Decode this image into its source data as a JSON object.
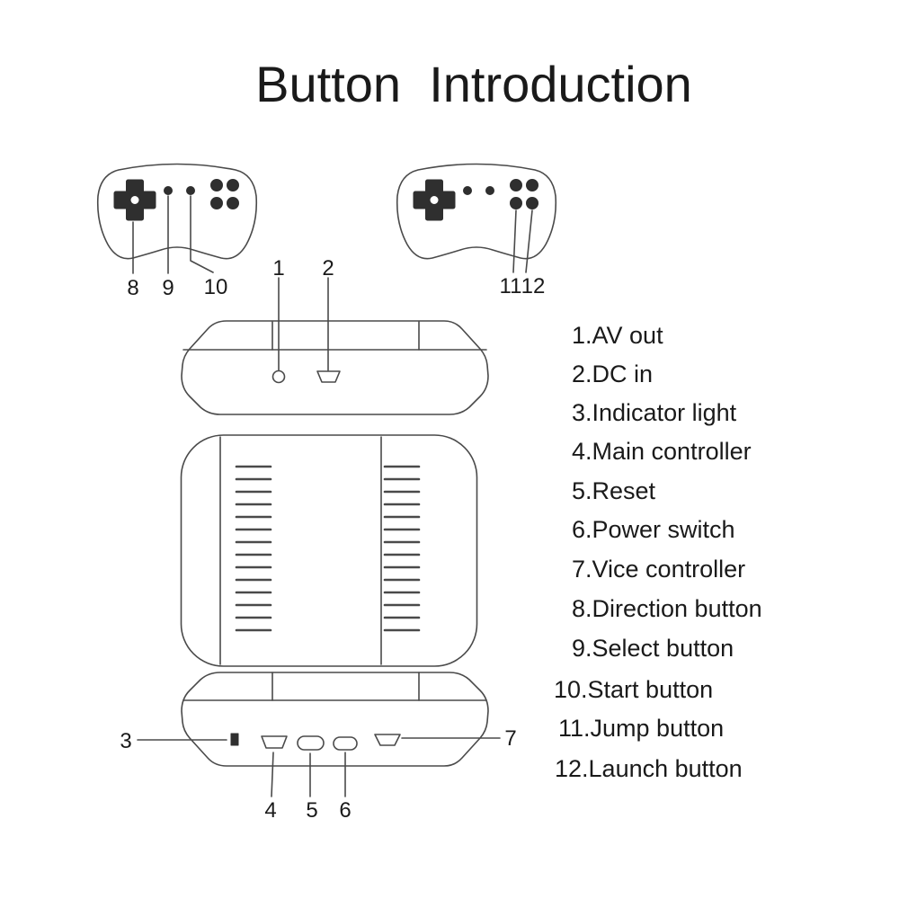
{
  "title": "Button  Introduction",
  "legend": {
    "items": [
      "1.AV out",
      "2.DC in",
      "3.Indicator light",
      "4.Main controller",
      "5.Reset",
      "6.Power switch",
      "7.Vice controller",
      "8.Direction button",
      "9.Select button",
      "10.Start button",
      "11.Jump button",
      "12.Launch button"
    ]
  },
  "callouts": {
    "av_out": "1",
    "dc_in": "2",
    "indicator_light": "3",
    "main_controller": "4",
    "reset": "5",
    "power_switch": "6",
    "vice_controller": "7",
    "direction_button": "8",
    "select_button": "9",
    "start_button": "10",
    "jump_button": "11",
    "launch_button": "12"
  },
  "colors": {
    "line": "#4a4a4a",
    "fill_dark": "#2f2f2f",
    "text": "#1a1a1a",
    "background": "#ffffff"
  }
}
